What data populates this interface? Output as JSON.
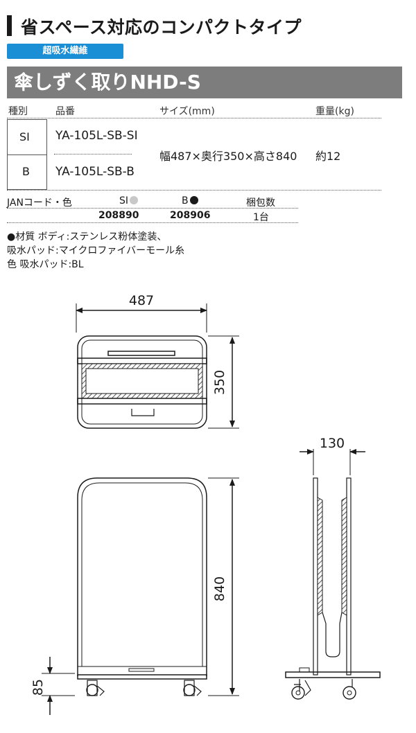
{
  "heading": "省スペース対応のコンパクトタイプ",
  "badge": "超吸水繊維",
  "product_name": "傘しずく取りNHD-S",
  "table": {
    "headers": {
      "type": "種別",
      "code": "品番",
      "size": "サイズ(mm)",
      "weight": "重量(kg)"
    },
    "rows": [
      {
        "type": "SI",
        "code": "YA-105L-SB-SI"
      },
      {
        "type": "B",
        "code": "YA-105L-SB-B"
      }
    ],
    "size_value": "幅487×奥行350×高さ840",
    "weight_value": "約12"
  },
  "jan": {
    "label": "JANコード・色",
    "si_label": "SI",
    "b_label": "B",
    "pack_label": "梱包数",
    "si_code": "208890",
    "b_code": "208906",
    "pack_value": "1台",
    "colors": {
      "si": "#c8c8c8",
      "b": "#1a1a1a"
    }
  },
  "notes": [
    "●材質 ボディ:ステンレス粉体塗装、",
    "吸水パッド:マイクロファイバーモール糸",
    "色 吸水パッド:BL"
  ],
  "dimensions": {
    "top_width": "487",
    "top_depth": "350",
    "front_height": "840",
    "base_height": "85",
    "side_width": "130"
  },
  "colors": {
    "accent": "#1b8fd6",
    "title_bar": "#7d7d7d",
    "pad_hatch": "#555555"
  }
}
